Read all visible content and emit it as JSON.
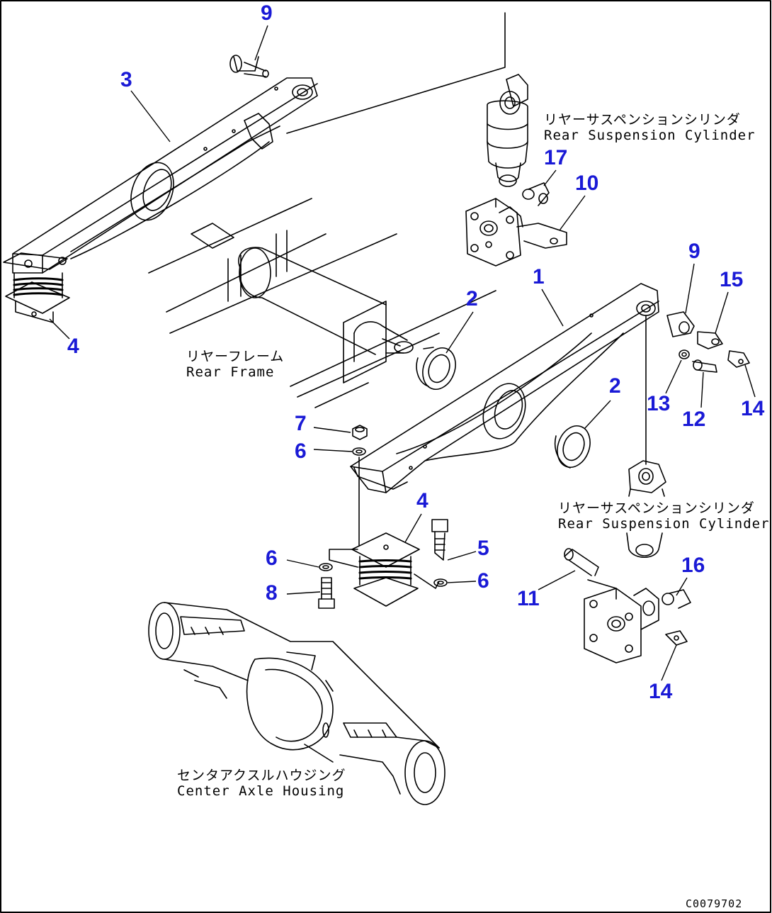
{
  "callouts": {
    "c1": "1",
    "c2a": "2",
    "c2b": "2",
    "c3": "3",
    "c4a": "4",
    "c4b": "4",
    "c5": "5",
    "c6a": "6",
    "c6b": "6",
    "c6c": "6",
    "c7": "7",
    "c8": "8",
    "c9a": "9",
    "c9b": "9",
    "c10": "10",
    "c11": "11",
    "c12": "12",
    "c13": "13",
    "c14a": "14",
    "c14b": "14",
    "c15": "15",
    "c16": "16",
    "c17": "17"
  },
  "labels": {
    "rear_suspension_top_jp": "リヤーサスペンションシリンダ",
    "rear_suspension_top_en": "Rear Suspension Cylinder",
    "rear_frame_jp": "リヤーフレーム",
    "rear_frame_en": "Rear Frame",
    "rear_suspension_bottom_jp": "リヤーサスペンションシリンダ",
    "rear_suspension_bottom_en": "Rear Suspension Cylinder",
    "center_axle_jp": "センタアクスルハウジング",
    "center_axle_en": "Center Axle Housing"
  },
  "document_id": "C0079702",
  "colors": {
    "callout": "#1a1ad6",
    "line": "#000000",
    "background": "#ffffff"
  }
}
